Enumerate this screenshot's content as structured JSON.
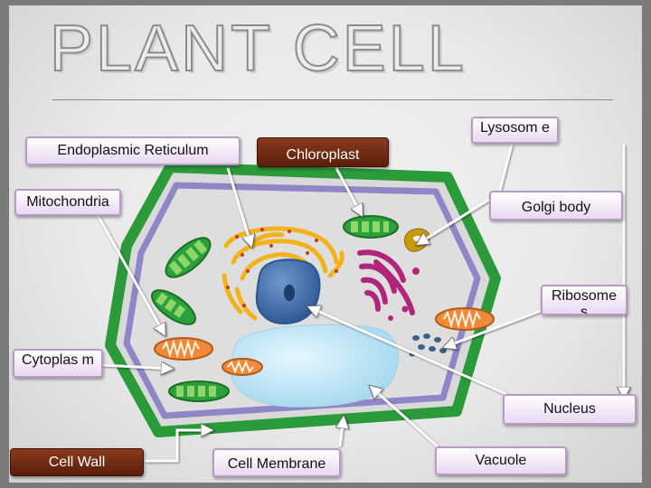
{
  "title": "PLANT CELL",
  "labels": {
    "endoplasmic_reticulum": "Endoplasmic Reticulum",
    "chloroplast": "Chloroplast",
    "lysosome": "Lysosom e",
    "mitochondria": "Mitochondria",
    "golgi_body": "Golgi body",
    "ribosomes": "Ribosome s",
    "cytoplasm": "Cytoplas m",
    "nucleus": "Nucleus",
    "cell_wall": "Cell Wall",
    "cell_membrane": "Cell Membrane",
    "vacuole": "Vacuole"
  },
  "colors": {
    "cell_wall": "#2a9a3a",
    "cell_membrane": "#8f86c8",
    "cytoplasm": "#dcdcdc",
    "nucleus": "#3f6fb0",
    "vacuole": "#bfe6f5",
    "golgi": "#b0257a",
    "er": "#f2b21b",
    "chloroplast": "#2aa13a",
    "mitochondria": "#f08a3a",
    "lysosome": "#c89a10",
    "ribosome": "#3e5f86",
    "label_lavender": "#ead7f2",
    "label_brown": "#6a2a10"
  }
}
